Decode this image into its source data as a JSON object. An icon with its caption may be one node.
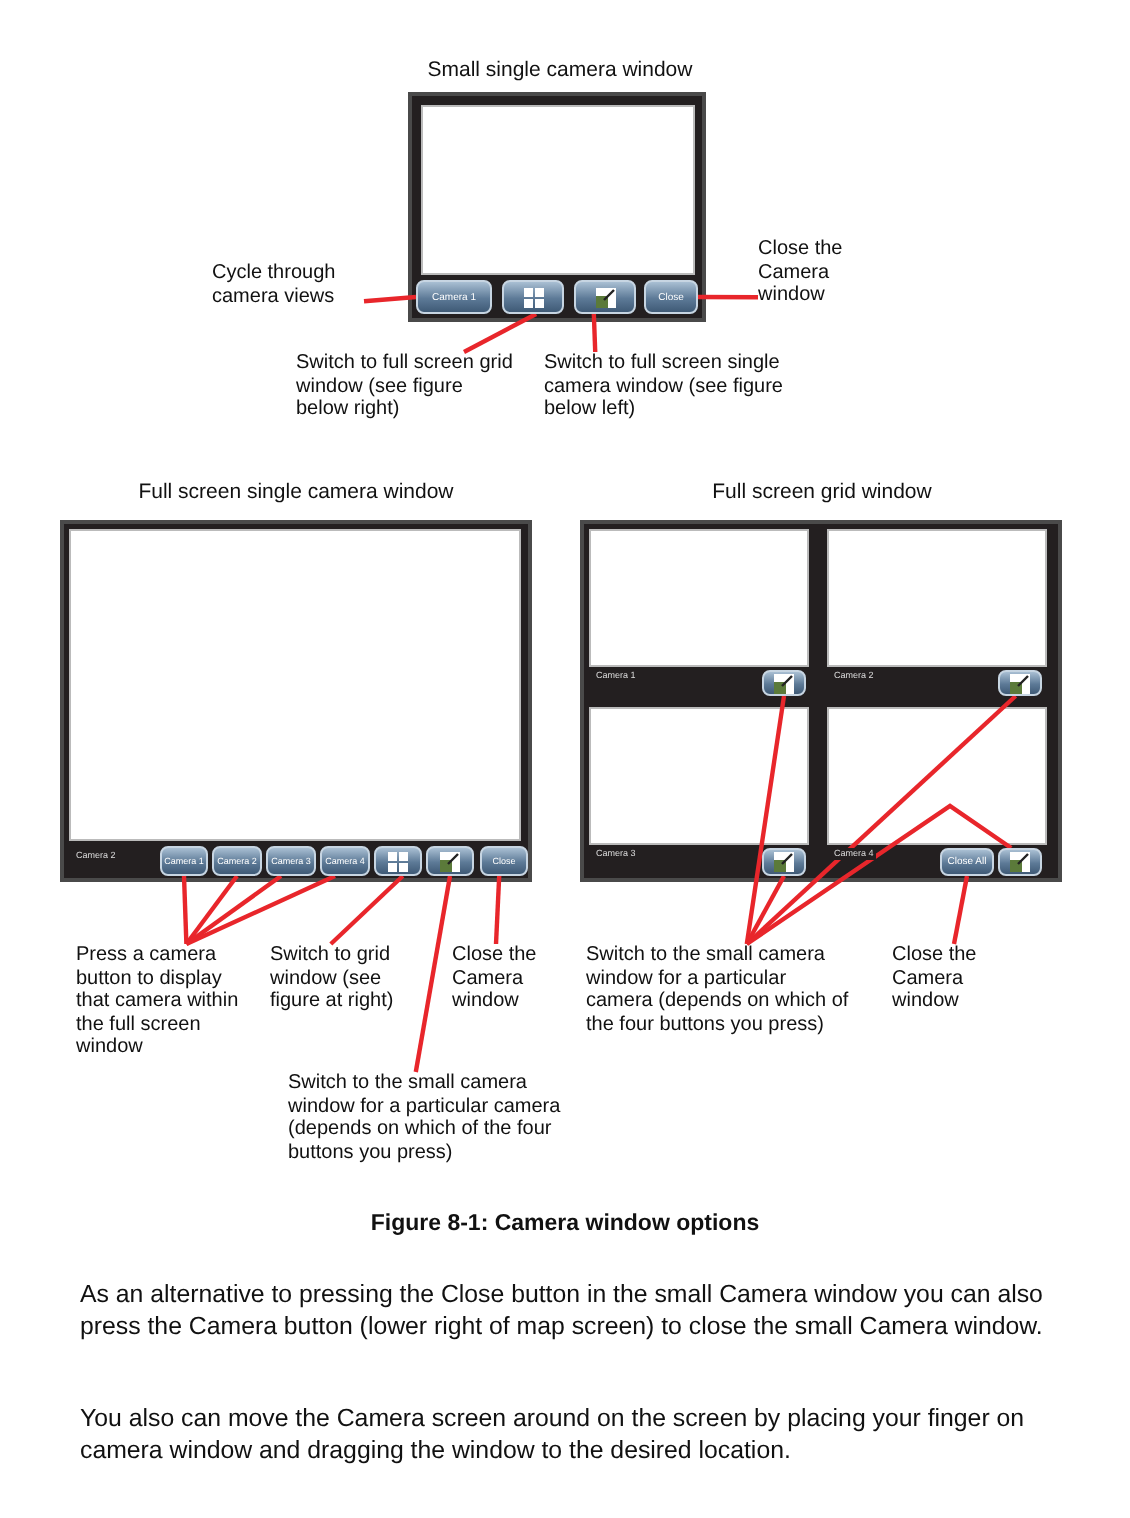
{
  "diagram": {
    "caption": "Figure 8-1: Camera window options",
    "nodes": [
      {
        "text": [
          "Cycle through camera views"
        ]
      },
      {
        "text": [
          "Camera 1"
        ]
      },
      {
        "text": [],
        "shape": "box"
      },
      {
        "text": [],
        "shape": "box"
      },
      {
        "text": [
          "Close"
        ]
      },
      {
        "text": [
          "Close the Camera window"
        ]
      },
      {
        "text": [
          "Switch to full screen grid window (see figure below right)"
        ]
      },
      {
        "text": [
          "Switch to full screen single camera window (see figure below left)"
        ]
      },
      {
        "text": [
          "Camera 1"
        ]
      },
      {
        "text": [
          "Camera 2"
        ]
      },
      {
        "text": [
          "Camera 3"
        ]
      },
      {
        "text": [
          "Camera 4"
        ]
      },
      {
        "text": [],
        "shape": "box"
      },
      {
        "text": [],
        "shape": "box"
      },
      {
        "text": [
          "Close"
        ]
      },
      {
        "text": [
          "Press a camera button to display that camera within the full screen window"
        ]
      },
      {
        "text": [
          "Switch to grid window (see figure at right)"
        ]
      },
      {
        "text": [
          "Close the Camera window"
        ]
      },
      {
        "text": [
          "Switch to the small camera window for a particular camera (depends on which of the four buttons you press)"
        ]
      },
      {
        "text": [],
        "shape": "box"
      },
      {
        "text": [],
        "shape": "box"
      },
      {
        "text": [],
        "shape": "box"
      },
      {
        "text": [
          "Close All"
        ]
      },
      {
        "text": [],
        "shape": "box"
      },
      {
        "text": [
          "Switch to the small camera window for a particular camera (depends on which of the four buttons you press)"
        ]
      },
      {
        "text": [
          "Close the Camera window"
        ]
      }
    ],
    "edges": [
      {
        "from": 0,
        "to": 1,
        "arrow": "none"
      },
      {
        "from": 6,
        "to": 2,
        "arrow": "none"
      },
      {
        "from": 7,
        "to": 3,
        "arrow": "none"
      },
      {
        "from": 5,
        "to": 4,
        "arrow": "none"
      },
      {
        "from": 15,
        "to": 8,
        "arrow": "none"
      },
      {
        "from": 15,
        "to": 9,
        "arrow": "none"
      },
      {
        "from": 15,
        "to": 10,
        "arrow": "none"
      },
      {
        "from": 15,
        "to": 11,
        "arrow": "none"
      },
      {
        "from": 16,
        "to": 12,
        "arrow": "none"
      },
      {
        "from": 18,
        "to": 13,
        "arrow": "none"
      },
      {
        "from": 17,
        "to": 14,
        "arrow": "none"
      },
      {
        "from": 24,
        "to": 19,
        "arrow": "none"
      },
      {
        "from": 24,
        "to": 20,
        "arrow": "none"
      },
      {
        "from": 24,
        "to": 21,
        "arrow": "none"
      },
      {
        "from": 24,
        "to": 23,
        "arrow": "none"
      },
      {
        "from": 25,
        "to": 22,
        "arrow": "none"
      }
    ],
    "labels": [
      "Small single camera window",
      "Full screen single camera window",
      "Full screen grid window",
      "Camera 2",
      "Camera 1",
      "Camera 2",
      "Camera 3",
      "Camera 4",
      "As an alternative to pressing the Close button in the small Camera window you can also press the Camera button (lower right of map screen) to close the small Camera window.",
      "You also can move the Camera screen around on the screen by placing your finger on camera window and dragging the window to the desired location."
    ]
  }
}
